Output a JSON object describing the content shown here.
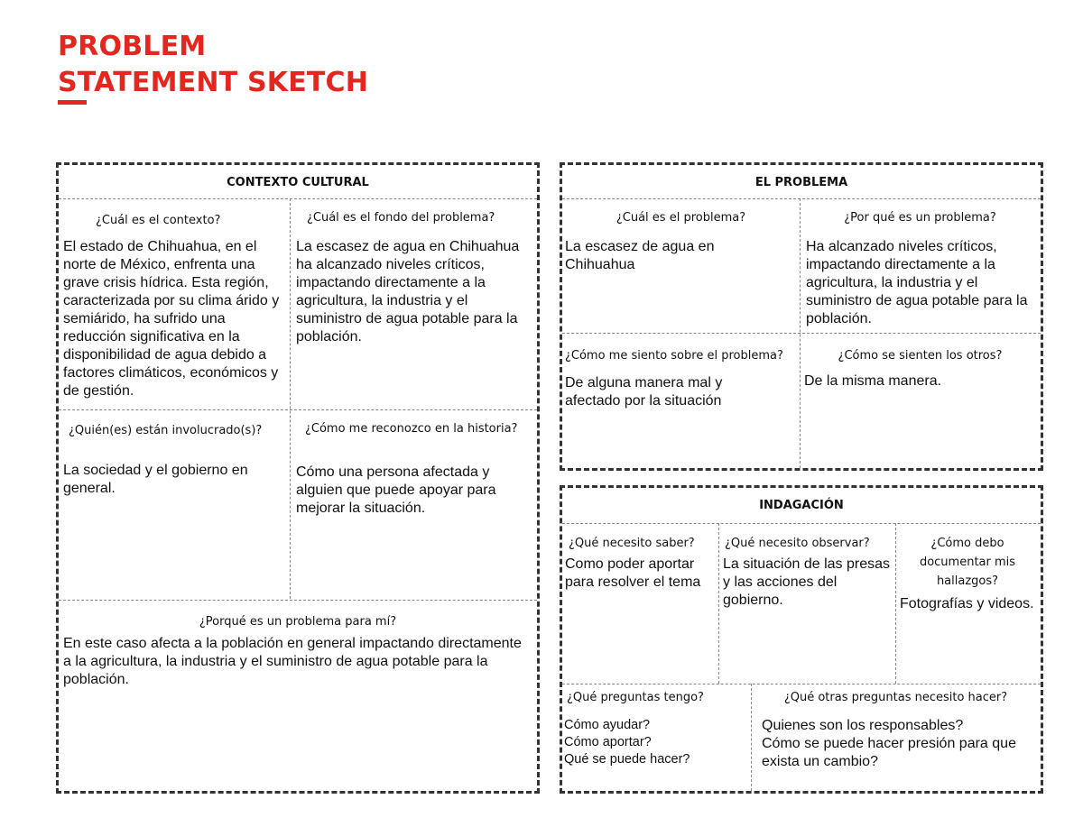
{
  "title": {
    "line1": "PROBLEM",
    "line2": "STATEMENT SKETCH"
  },
  "contexto": {
    "title": "CONTEXTO CULTURAL",
    "q1": "¿Cuál es el contexto?",
    "a1": "El estado de Chihuahua, en el norte de México, enfrenta una grave crisis hídrica. Esta región, caracterizada por su clima árido y semiárido, ha sufrido una reducción significativa en la disponibilidad de agua debido a factores climáticos, económicos y de gestión.",
    "q2": "¿Cuál es el fondo del problema?",
    "a2": "La escasez de agua en Chihuahua ha alcanzado niveles críticos, impactando directamente a la agricultura, la industria y el suministro de agua potable para la población.",
    "q3": "¿Quién(es) están involucrado(s)?",
    "a3": "La sociedad y el gobierno en general.",
    "q4": "¿Cómo me reconozco en la historia?",
    "a4": "Cómo una persona afectada y alguien que puede apoyar para mejorar la situación.",
    "q5": "¿Porqué es un problema para mí?",
    "a5": "En este caso afecta a la población en general impactando directamente a la agricultura, la industria y el suministro de agua potable para la población."
  },
  "problema": {
    "title": "EL PROBLEMA",
    "q1": "¿Cuál es el problema?",
    "a1": "La escasez de agua en Chihuahua",
    "q2": "¿Por qué es un problema?",
    "a2": "Ha alcanzado niveles críticos, impactando directamente a la agricultura, la industria y el suministro de agua potable para la población.",
    "q3": "¿Cómo me siento sobre el problema?",
    "a3": "De alguna manera mal y afectado por la situación",
    "q4": "¿Cómo se sienten los otros?",
    "a4": "De la misma manera."
  },
  "indagacion": {
    "title": "INDAGACIÓN",
    "q1": "¿Qué necesito saber?",
    "a1": "Como poder aportar para resolver el tema",
    "q2": "¿Qué necesito observar?",
    "a2": "La situación de las presas y las acciones del gobierno.",
    "q3": "¿Cómo debo documentar mis hallazgos?",
    "a3": "Fotografías y videos.",
    "q4": "¿Qué preguntas tengo?",
    "a4": "Cómo ayudar?\nCómo aportar?\nQué se puede hacer?",
    "q5": "¿Qué otras preguntas necesito hacer?",
    "a5": "Quienes son los responsables?\nCómo se puede hacer presión para que exista un cambio?"
  }
}
